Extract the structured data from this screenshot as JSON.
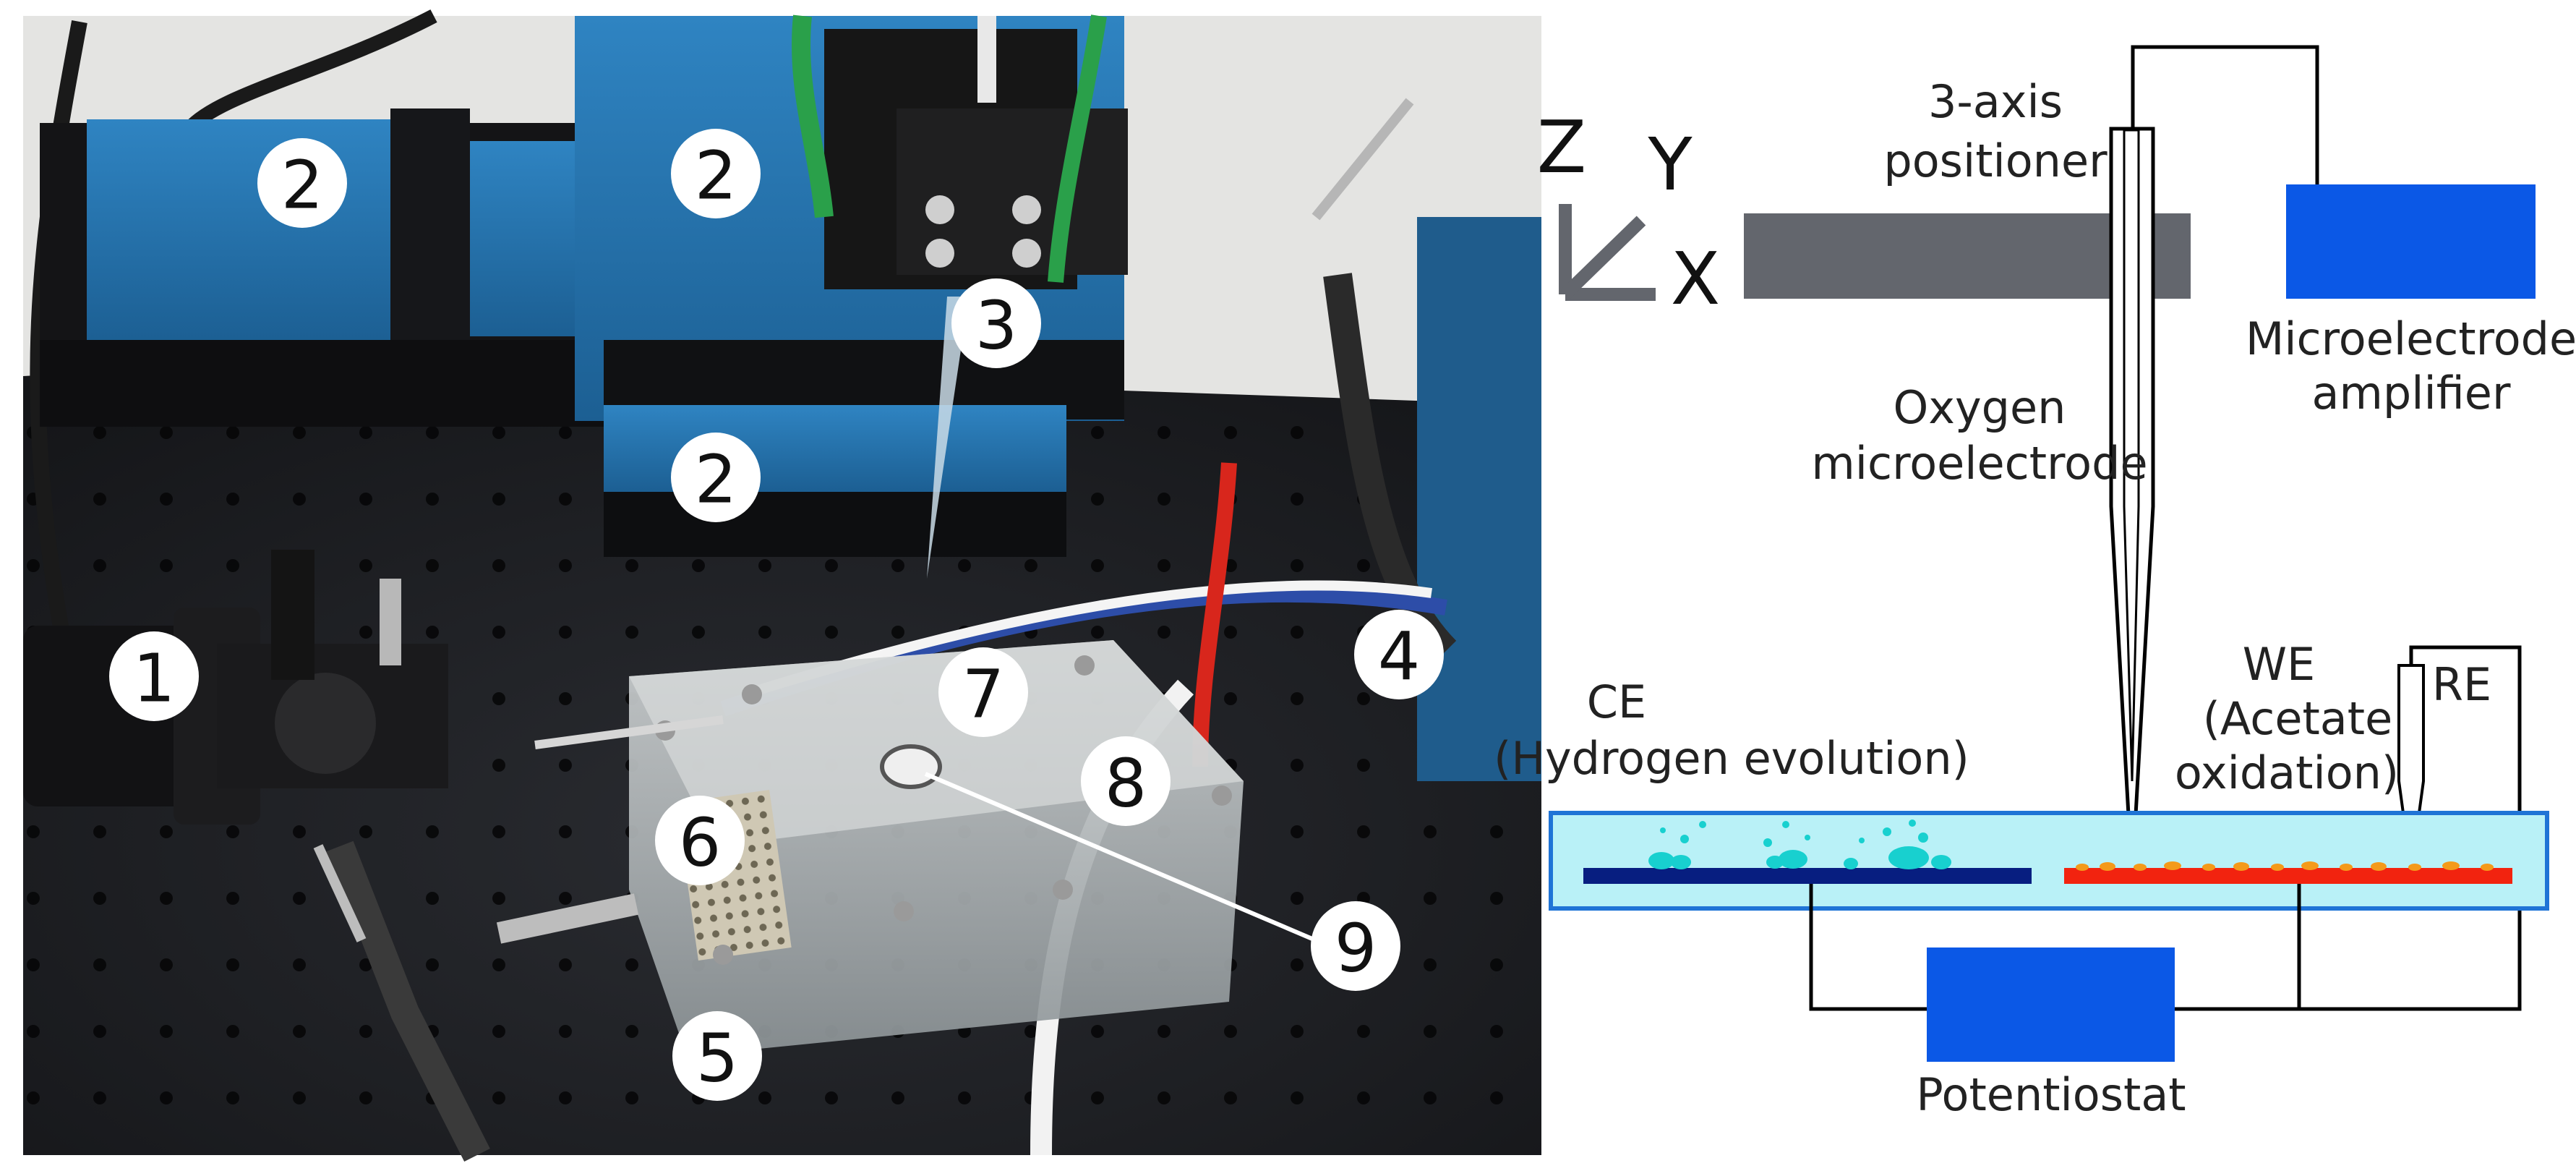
{
  "photo": {
    "labels": [
      "1",
      "2",
      "2",
      "2",
      "3",
      "4",
      "5",
      "6",
      "7",
      "8",
      "9"
    ]
  },
  "schematic": {
    "axes": {
      "z": "Z",
      "y": "Y",
      "x": "X"
    },
    "positioner": [
      "3-axis",
      "positioner"
    ],
    "amplifier": [
      "Microelectrode",
      "amplifier"
    ],
    "microelectrode": [
      "Oxygen",
      "microelectrode"
    ],
    "ce": [
      "CE",
      "(Hydrogen evolution)"
    ],
    "we": [
      "WE",
      "(Acetate",
      "oxidation)"
    ],
    "re": "RE",
    "potentiostat": "Potentiostat"
  },
  "colors": {
    "positioner": "#63666d",
    "instrument_blue": "#0b58e6",
    "electrolyte": "#b9f1f7",
    "cell_border": "#1f74d6",
    "ce_electrode": "#071e80",
    "we_electrode": "#f2230f",
    "bubbles": "#18d0cf",
    "deposits": "#f49a1a"
  }
}
